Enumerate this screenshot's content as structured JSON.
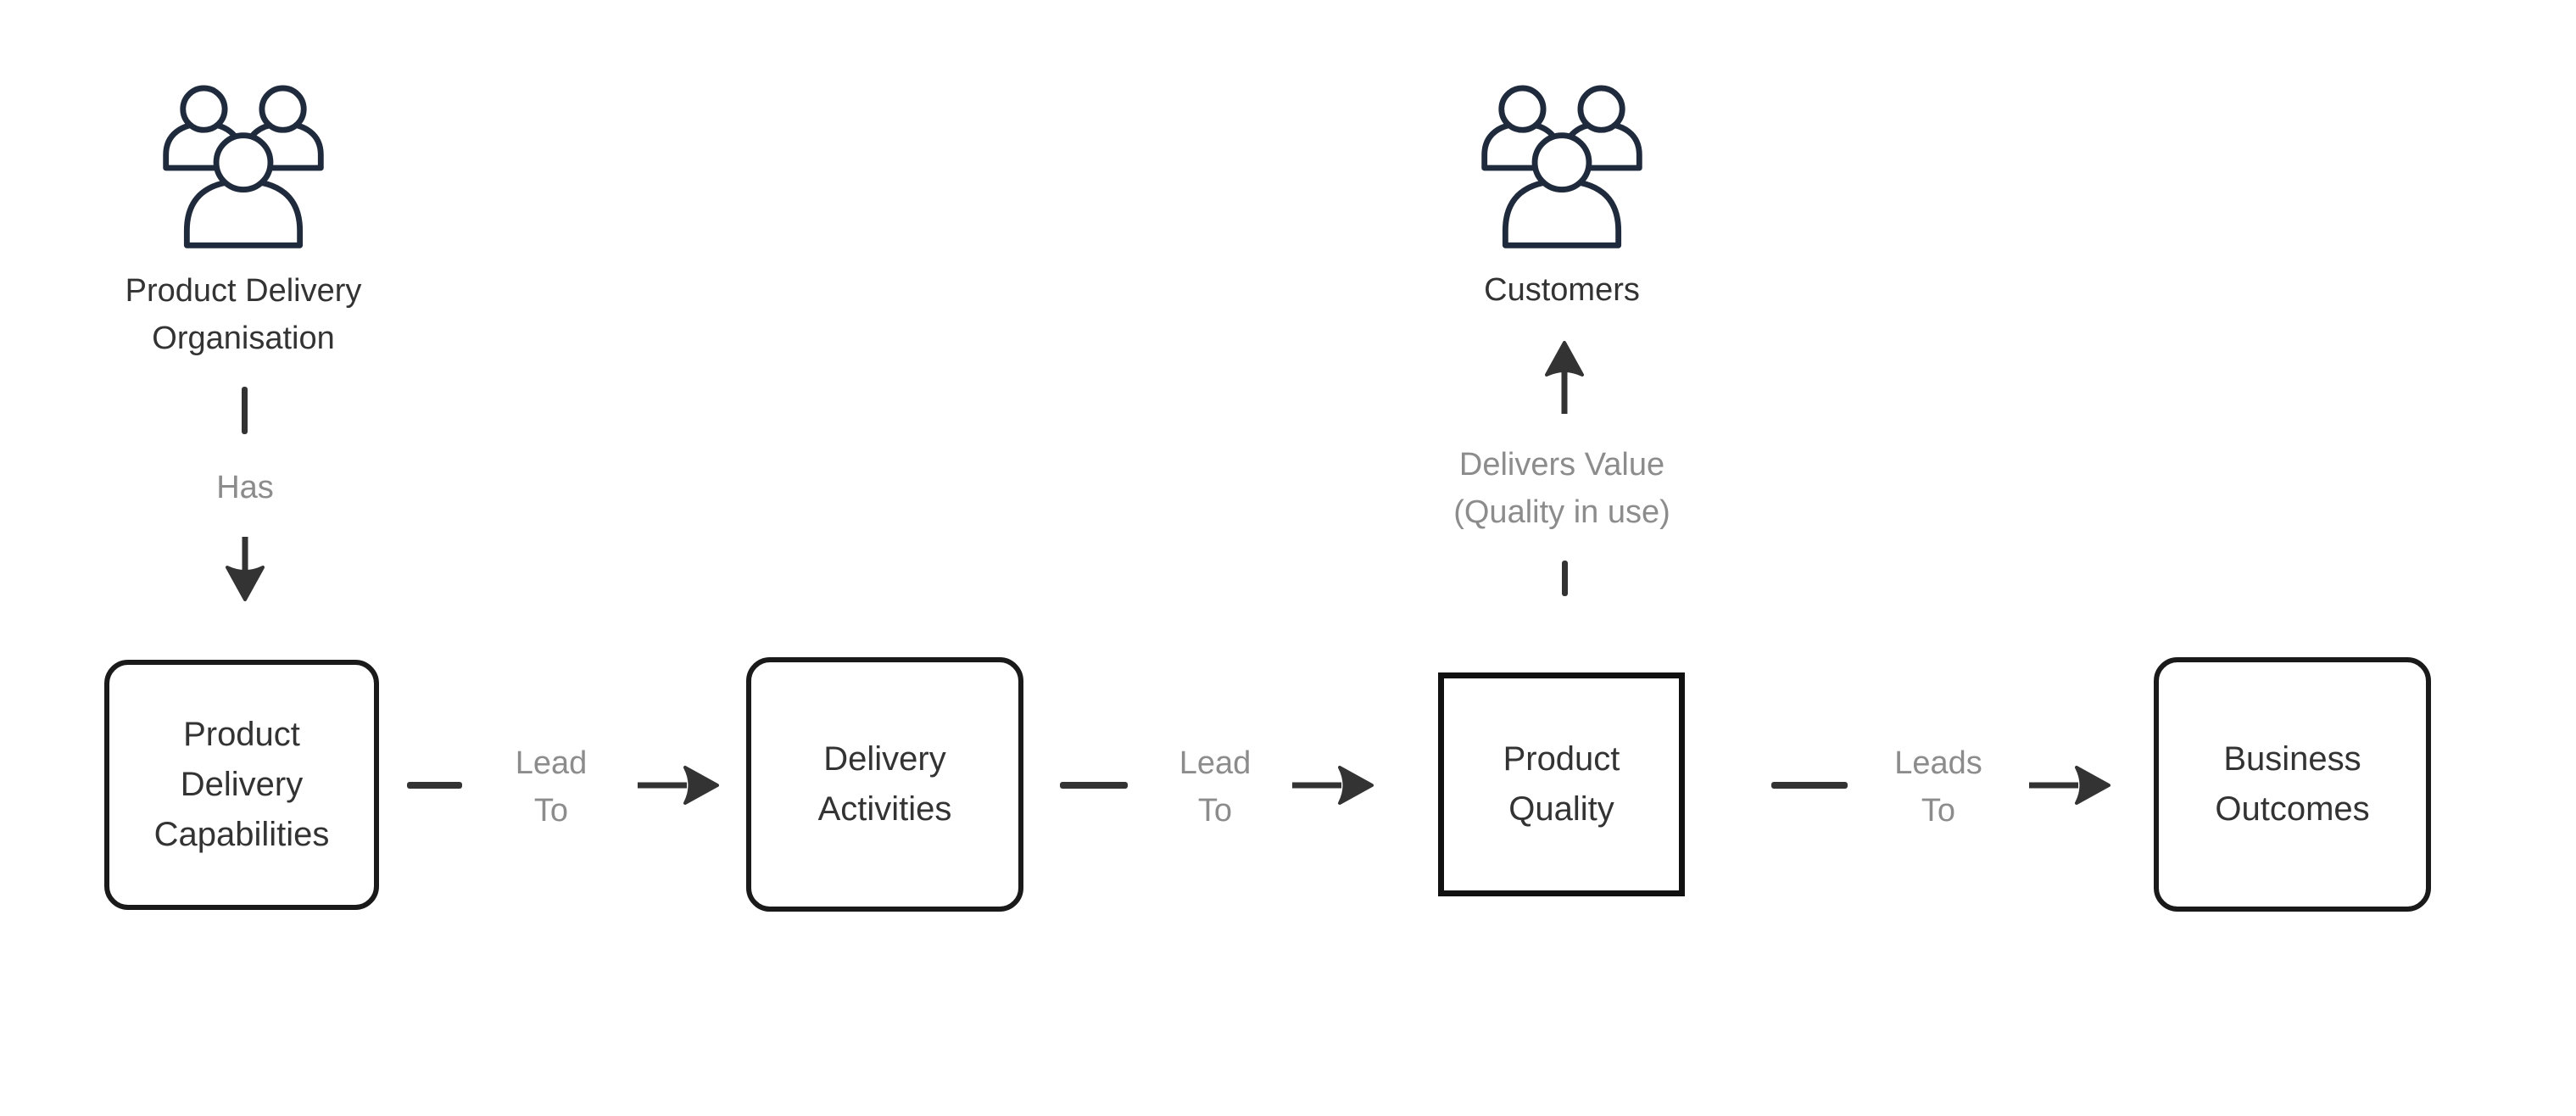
{
  "diagram": {
    "colors": {
      "background": "#ffffff",
      "icon_stroke": "#1f2b3c",
      "box_border": "#1a1a1a",
      "square_box_border": "#111111",
      "text_dark": "#333333",
      "connector": "#333333",
      "connector_label": "#8c8c8c"
    },
    "actors": [
      {
        "icon": "people-group-icon",
        "label_lines": [
          "Product Delivery",
          "Organisation"
        ]
      },
      {
        "icon": "people-group-icon",
        "label_lines": [
          "Customers"
        ]
      }
    ],
    "boxes": [
      {
        "shape": "rounded",
        "label_lines": [
          "Product",
          "Delivery",
          "Capabilities"
        ]
      },
      {
        "shape": "rounded",
        "label_lines": [
          "Delivery",
          "Activities"
        ]
      },
      {
        "shape": "square",
        "label_lines": [
          "Product",
          "Quality"
        ]
      },
      {
        "shape": "rounded",
        "label_lines": [
          "Business",
          "Outcomes"
        ]
      }
    ],
    "connectors": [
      {
        "direction": "down",
        "from": "Product Delivery Organisation",
        "to": "Product Delivery Capabilities",
        "label_lines": [
          "Has"
        ]
      },
      {
        "direction": "right",
        "from": "Product Delivery Capabilities",
        "to": "Delivery Activities",
        "label_lines": [
          "Lead",
          "To"
        ]
      },
      {
        "direction": "right",
        "from": "Delivery Activities",
        "to": "Product Quality",
        "label_lines": [
          "Lead",
          "To"
        ]
      },
      {
        "direction": "up",
        "from": "Product Quality",
        "to": "Customers",
        "label_lines": [
          "Delivers Value",
          "(Quality in use)"
        ]
      },
      {
        "direction": "right",
        "from": "Product Quality",
        "to": "Business Outcomes",
        "label_lines": [
          "Leads",
          "To"
        ]
      }
    ]
  }
}
